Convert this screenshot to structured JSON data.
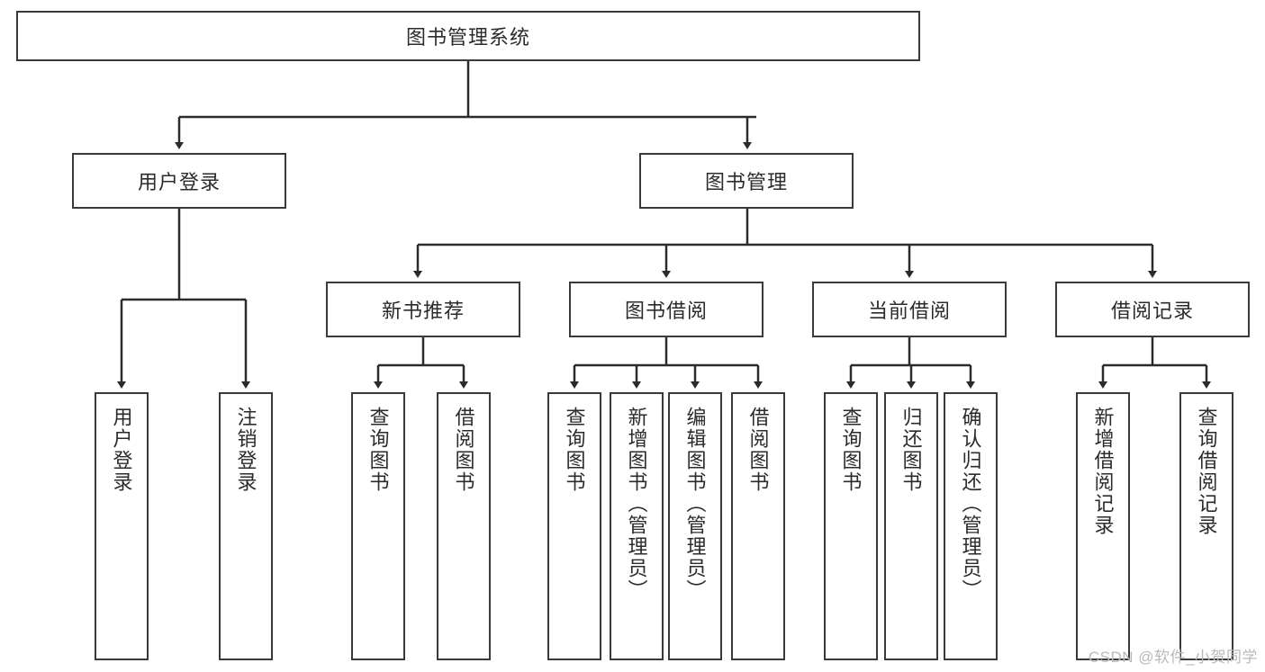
{
  "diagram": {
    "type": "tree-hierarchy-diagram",
    "title": "图书管理系统",
    "watermark": "CSDN @软件_小贺同学",
    "colors": {
      "box_border": "#3a3a3a",
      "box_fill": "#ffffff",
      "edge": "#2b2b2b",
      "text": "#2b2b2b",
      "watermark": "#b9b9b9",
      "background": "#ffffff"
    },
    "levels": {
      "root": {
        "label": "图书管理系统"
      },
      "level2": [
        {
          "label": "用户登录"
        },
        {
          "label": "图书管理"
        }
      ],
      "level3": [
        {
          "label": "新书推荐"
        },
        {
          "label": "图书借阅"
        },
        {
          "label": "当前借阅"
        },
        {
          "label": "借阅记录"
        }
      ],
      "leaves": [
        {
          "label": "用户登录",
          "parent": "用户登录"
        },
        {
          "label": "注销登录",
          "parent": "用户登录"
        },
        {
          "label": "查询图书",
          "parent": "新书推荐"
        },
        {
          "label": "借阅图书",
          "parent": "新书推荐"
        },
        {
          "label": "查询图书",
          "parent": "图书借阅"
        },
        {
          "label": "新增图书（管理员）",
          "parent": "图书借阅"
        },
        {
          "label": "编辑图书（管理员）",
          "parent": "图书借阅"
        },
        {
          "label": "借阅图书",
          "parent": "图书借阅"
        },
        {
          "label": "查询图书",
          "parent": "当前借阅"
        },
        {
          "label": "归还图书",
          "parent": "当前借阅"
        },
        {
          "label": "确认归还（管理员）",
          "parent": "当前借阅"
        },
        {
          "label": "新增借阅记录",
          "parent": "借阅记录"
        },
        {
          "label": "查询借阅记录",
          "parent": "借阅记录"
        }
      ]
    }
  }
}
